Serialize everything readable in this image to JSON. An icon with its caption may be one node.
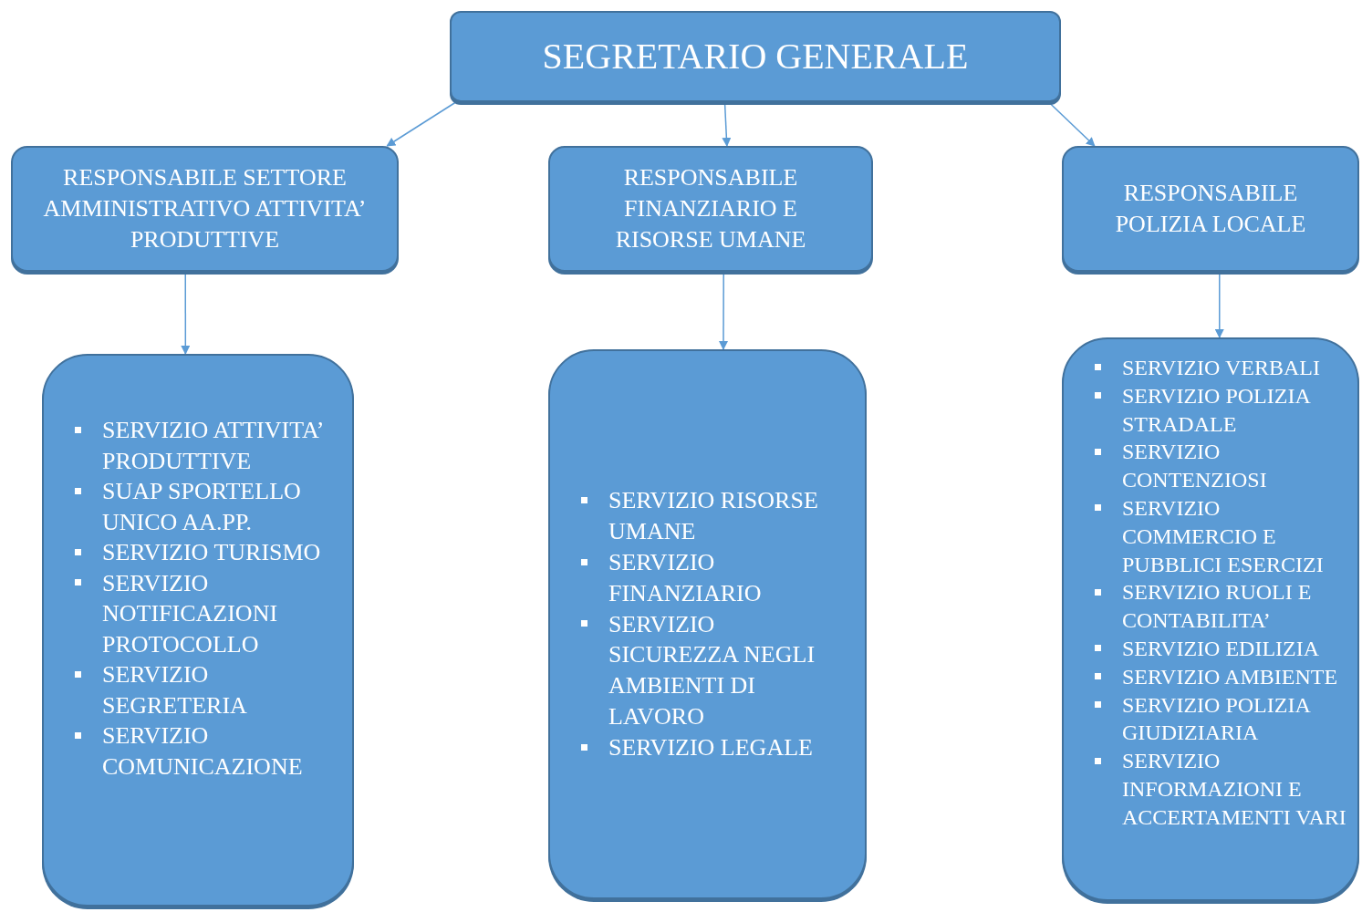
{
  "diagram": {
    "nodes": [
      {
        "text": [
          "SEGRETARIO GENERALE"
        ]
      },
      {
        "text": [
          "RESPONSABILE SETTORE AMMINISTRATIVO ATTIVITA’ PRODUTTIVE"
        ]
      },
      {
        "text": [
          "RESPONSABILE FINANZIARIO E RISORSE UMANE"
        ]
      },
      {
        "text": [
          "RESPONSABILE POLIZIA LOCALE"
        ]
      },
      {
        "text": [
          "SERVIZIO ATTIVITA’ PRODUTTIVE",
          "SUAP SPORTELLO UNICO AA.PP.",
          "SERVIZIO TURISMO",
          "SERVIZIO NOTIFICAZIONI PROTOCOLLO",
          "SERVIZIO SEGRETERIA",
          "SERVIZIO COMUNICAZIONE"
        ]
      },
      {
        "text": [
          "SERVIZIO RISORSE UMANE",
          "SERVIZIO FINANZIARIO",
          "SERVIZIO SICUREZZA NEGLI AMBIENTI DI LAVORO",
          "SERVIZIO LEGALE"
        ]
      },
      {
        "text": [
          "SERVIZIO VERBALI",
          "SERVIZIO POLIZIA STRADALE",
          "SERVIZIO CONTENZIOSI",
          "SERVIZIO COMMERCIO E PUBBLICI ESERCIZI",
          "SERVIZIO RUOLI E CONTABILITA’",
          "SERVIZIO EDILIZIA",
          "SERVIZIO AMBIENTE",
          "SERVIZIO POLIZIA GIUDIZIARIA",
          "SERVIZIO INFORMAZIONI E ACCERTAMENTI VARI"
        ]
      }
    ],
    "edges": [
      {
        "from": 0,
        "to": 1,
        "arrow": "to"
      },
      {
        "from": 0,
        "to": 2,
        "arrow": "to"
      },
      {
        "from": 0,
        "to": 3,
        "arrow": "to"
      },
      {
        "from": 1,
        "to": 4,
        "arrow": "to"
      },
      {
        "from": 2,
        "to": 5,
        "arrow": "to"
      },
      {
        "from": 3,
        "to": 6,
        "arrow": "to"
      }
    ]
  }
}
